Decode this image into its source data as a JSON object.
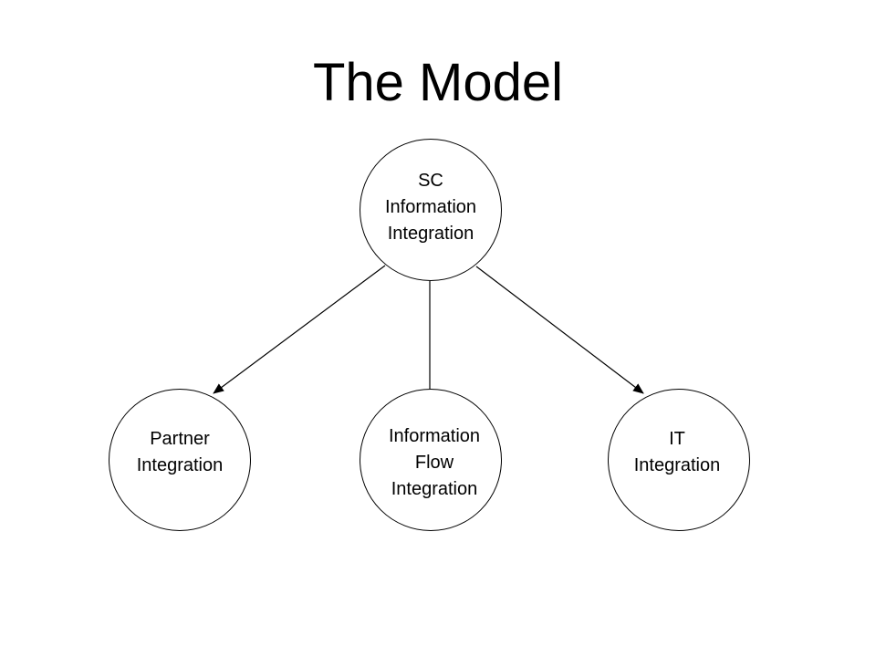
{
  "title": "The Model",
  "nodes": {
    "top": [
      "SC",
      "Information",
      "Integration"
    ],
    "left": [
      "Partner",
      "Integration"
    ],
    "center": [
      "Information",
      "Flow",
      "Integration"
    ],
    "right": [
      "IT",
      "Integration"
    ]
  },
  "edges": [
    {
      "from": "top",
      "to": "left",
      "arrow": true
    },
    {
      "from": "top",
      "to": "center",
      "arrow": false
    },
    {
      "from": "top",
      "to": "right",
      "arrow": true
    }
  ]
}
